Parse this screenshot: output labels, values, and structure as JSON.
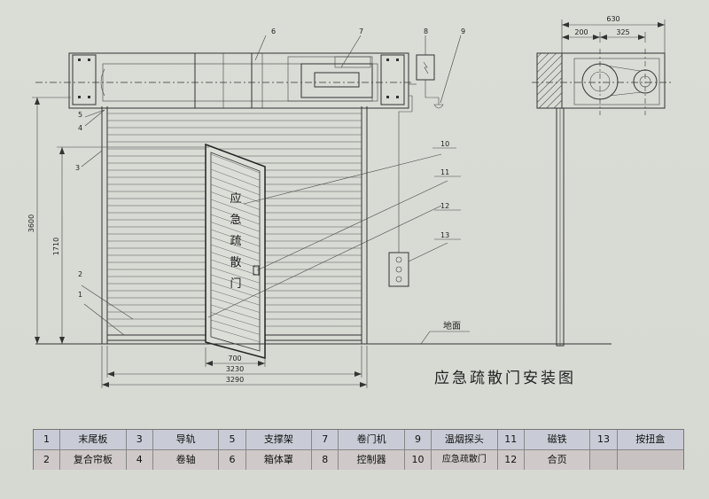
{
  "title": "应急疏散门安装图",
  "door_text": [
    "应",
    "急",
    "疏",
    "散",
    "门"
  ],
  "callouts": [
    "1",
    "2",
    "3",
    "4",
    "5",
    "6",
    "7",
    "8",
    "9",
    "10",
    "11",
    "12",
    "13"
  ],
  "dimensions": {
    "side_width": "630",
    "side_left": "200",
    "side_right": "325",
    "overall_height": "3600",
    "door_height": "1710",
    "door_width": "700",
    "width_inner": "3230",
    "width_outer": "3290"
  },
  "ground_label": "地面",
  "legend": [
    [
      {
        "n": "1",
        "t": "末尾板"
      },
      {
        "n": "3",
        "t": "导轨"
      },
      {
        "n": "5",
        "t": "支撑架"
      },
      {
        "n": "7",
        "t": "卷门机"
      },
      {
        "n": "9",
        "t": "温烟探头"
      },
      {
        "n": "11",
        "t": "磁铁"
      },
      {
        "n": "13",
        "t": "按扭盒"
      }
    ],
    [
      {
        "n": "2",
        "t": "复合帘板"
      },
      {
        "n": "4",
        "t": "卷轴"
      },
      {
        "n": "6",
        "t": "箱体罩"
      },
      {
        "n": "8",
        "t": "控制器"
      },
      {
        "n": "10",
        "t": "应急疏散门"
      },
      {
        "n": "12",
        "t": "合页"
      },
      {
        "n": "",
        "t": ""
      }
    ]
  ],
  "colors": {
    "row1": "#c9ccd6",
    "row2": "#cfc9c9"
  }
}
